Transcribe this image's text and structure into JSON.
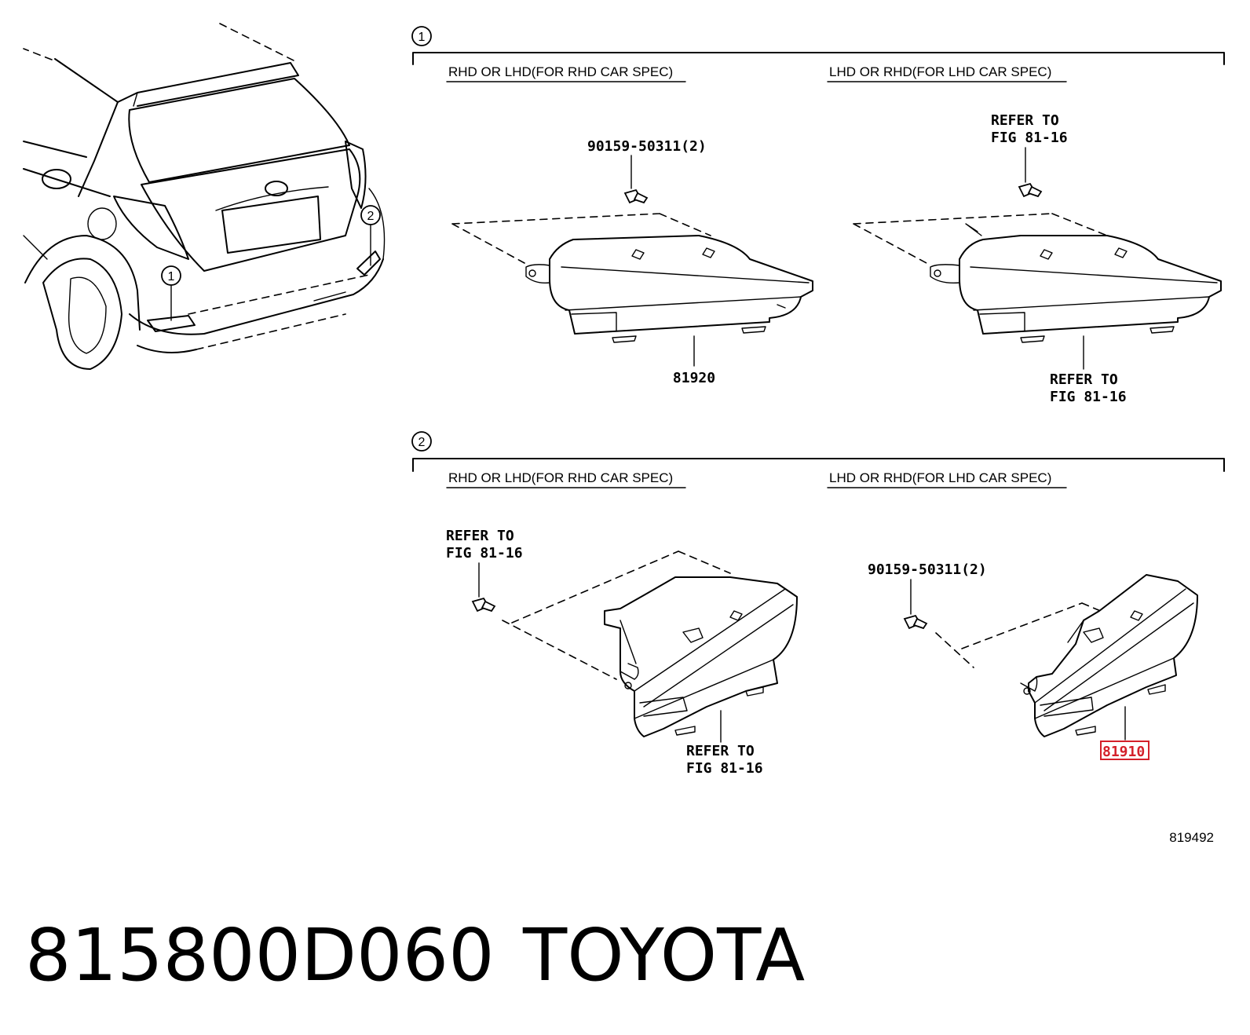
{
  "sections": [
    {
      "marker": "1",
      "left_header": "RHD OR LHD(FOR RHD CAR SPEC)",
      "right_header": "LHD OR RHD(FOR LHD CAR SPEC)",
      "left_bolt_label": "90159-50311(2)",
      "left_part_label": "81920",
      "right_bolt_label_line1": "REFER TO",
      "right_bolt_label_line2": "FIG 81-16",
      "right_part_label_line1": "REFER TO",
      "right_part_label_line2": "FIG 81-16"
    },
    {
      "marker": "2",
      "left_header": "RHD OR LHD(FOR RHD CAR SPEC)",
      "right_header": "LHD OR RHD(FOR LHD CAR SPEC)",
      "left_bolt_label_line1": "REFER TO",
      "left_bolt_label_line2": "FIG 81-16",
      "left_part_label_line1": "REFER TO",
      "left_part_label_line2": "FIG 81-16",
      "right_bolt_label": "90159-50311(2)",
      "right_part_label": "81910"
    }
  ],
  "car_markers": [
    "1",
    "2"
  ],
  "figure_number": "819492",
  "part_number": "815800D060",
  "brand": "TOYOTA",
  "highlight_color": "#d4202a"
}
